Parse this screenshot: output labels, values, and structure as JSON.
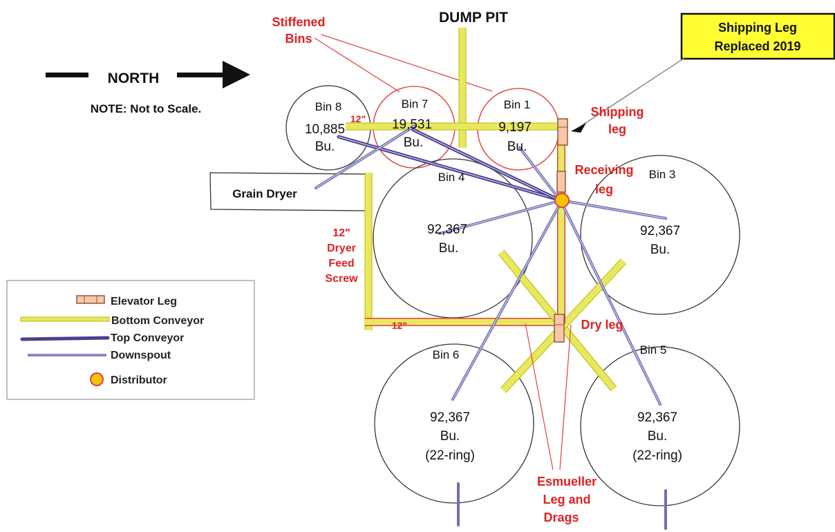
{
  "title": "DUMP PIT",
  "north_label": "NORTH",
  "note": "NOTE: Not to Scale.",
  "callout": {
    "line1": "Shipping Leg",
    "line2": "Replaced 2019"
  },
  "stiffened": {
    "line1": "Stiffened",
    "line2": "Bins"
  },
  "bins": {
    "bin8": {
      "name": "Bin 8",
      "capacity": "10,885",
      "unit": "Bu."
    },
    "bin7": {
      "name": "Bin 7",
      "capacity": "19,531",
      "unit": "Bu."
    },
    "bin1": {
      "name": "Bin 1",
      "capacity": "9,197",
      "unit": "Bu."
    },
    "bin4": {
      "name": "Bin 4",
      "capacity": "92,367",
      "unit": "Bu."
    },
    "bin3": {
      "name": "Bin 3",
      "capacity": "92,367",
      "unit": "Bu."
    },
    "bin6": {
      "name": "Bin 6",
      "capacity": "92,367",
      "unit": "Bu.",
      "extra": "(22-ring)"
    },
    "bin5": {
      "name": "Bin 5",
      "capacity": "92,367",
      "unit": "Bu.",
      "extra": "(22-ring)"
    }
  },
  "grain_dryer": "Grain Dryer",
  "labels": {
    "shipping_leg": {
      "line1": "Shipping",
      "line2": "leg"
    },
    "receiving_leg": {
      "line1": "Receiving",
      "line2": "leg"
    },
    "dry_leg": "Dry leg",
    "twelve_inch": "12\"",
    "dryer_feed": {
      "line1": "12\"",
      "line2": "Dryer",
      "line3": "Feed",
      "line4": "Screw"
    },
    "esmueller": {
      "line1": "Esmueller",
      "line2": "Leg and",
      "line3": "Drags"
    }
  },
  "legend": {
    "elevator_leg": "Elevator Leg",
    "bottom_conveyor": "Bottom Conveyor",
    "top_conveyor": "Top Conveyor",
    "downspout": "Downspout",
    "distributor": "Distributor"
  },
  "colors": {
    "red_text": "#e02020",
    "conveyor_yellow": "#e8e860",
    "top_conveyor": "#4a3f8f",
    "downspout": "#6f6fb0",
    "distributor": "#f5c400",
    "callout_bg": "#ffff33"
  }
}
